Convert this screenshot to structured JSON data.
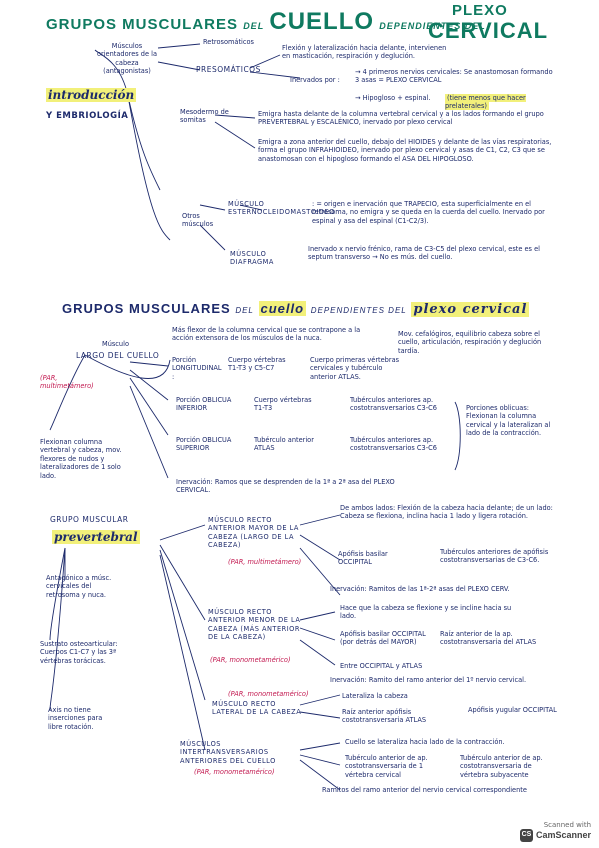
{
  "title1": {
    "a": "GRUPOS MUSCULARES",
    "del": "DEL",
    "cuello": "CUELLO",
    "dep": "DEPENDIENTES DEL",
    "plexo": "PLEXO",
    "cervical": "CERVICAL"
  },
  "intro": {
    "label1": "introducción",
    "label2": "Y EMBRIOLOGÍA",
    "musc_orient": "Músculos orientadores de la cabeza (antagonistas)",
    "retro": "Retrosomáticos",
    "preso": "PRESOMÁTICOS",
    "flexion": "Flexión y lateralización hacia delante, intervienen en masticación, respiración y deglución.",
    "inervados": "Inervados por :",
    "nervios": "→ 4 primeros nervios cervicales: Se anastomosan formando 3 asas = PLEXO CERVICAL",
    "hipogloso": "→ Hipogloso + espinal.",
    "hipogloso_note": "(tiene menos que hacer prelaterales)",
    "mesodermo": "Mesodermo de somitas",
    "emigra1": "Emigra hasta delante de la columna vertebral cervical y a los lados formando el grupo PREVERTEBRAL y ESCALÉNICO, inervado por plexo cervical",
    "emigra2": "Emigra a zona anterior del cuello, debajo del HIOIDES y delante de las vías respiratorias, forma el grupo INFRAHIOIDEO, inervado por plexo cervical y asas de C1, C2, C3 que se anastomosan con el hipogloso formando el ASA DEL HIPOGLOSO.",
    "otros": "Otros músculos",
    "ecm_label": "Músculo ESTERNOCLEIDOMASTOIDEO",
    "ecm_text": ": = origen e inervación que TRAPECIO, esta superficialmente en el retrosoma, no emigra y se queda en la cuerda del cuello. Inervado por espinal y asa del espinal (C1-C2/3).",
    "diafragma_label": "Músculo DIAFRAGMA",
    "diafragma_text": "Inervado x nervio frénico, rama de C3-C5 del plexo cervical, este es el septum transverso → No es mús. del cuello."
  },
  "title2": {
    "a": "GRUPOS MUSCULARES",
    "del": "DEL",
    "cuello": "cuello",
    "dep": "DEPENDIENTES DEL",
    "plexo": "plexo cervical"
  },
  "largo": {
    "musculo": "Músculo",
    "name": "LARGO DEL CUELLO",
    "par": "(PAR, multimetámero)",
    "flexor": "Más flexor de la columna cervical que se contrapone a la acción extensora de los músculos de la nuca.",
    "mov": "Mov. cefalógiros, equilibrio cabeza sobre el cuello, articulación, respiración y deglución tardía.",
    "porcion_long": "Porción LONGITUDINAL :",
    "long_a": "Cuerpo vértebras T1-T3 y C5-C7",
    "long_b": "Cuerpo primeras vértebras cervicales y tubérculo anterior ATLAS.",
    "porcion_inf": "Porción OBLICUA INFERIOR",
    "inf_a": "Cuerpo vértebras T1-T3",
    "inf_b": "Tubérculos anteriores ap. costotransversarios C3-C6",
    "porcion_sup": "Porción OBLICUA SUPERIOR",
    "sup_a": "Tubérculo anterior ATLAS",
    "sup_b": "Tubérculos anteriores ap. costotransversarios C3-C6",
    "oblicuas_note": "Porciones oblicuas: Flexionan la columna cervical y la lateralizan al lado de la contracción.",
    "inervacion": "Inervación: Ramos que se desprenden de la 1ª a 2ª asa del PLEXO CERVICAL.",
    "side_note": "Flexionan columna vertebral y cabeza, mov. flexores de nudos y lateralizadores de 1 solo lado."
  },
  "pre": {
    "grupo": "GRUPO MUSCULAR",
    "name": "prevertebral",
    "antagonico": "Antagónico a músc. cervicales del retrosoma y nuca.",
    "sustrato": "Sustrato osteoarticular: Cuerpos C1-C7 y las 3ª vértebras torácicas.",
    "axis": "Axis no tiene inserciones para libre rotación.",
    "rec_may_label": "Músculo RECTO ANTERIOR MAYOR de la CABEZA (largo de la cabeza)",
    "rec_may_par": "(PAR, multimetámero)",
    "rec_may_a": "De ambos lados: Flexión de la cabeza hacia delante; de un lado: Cabeza se flexiona, inclina hacia 1 lado y ligera rotación.",
    "rec_may_b": "Apófisis basilar OCCIPITAL",
    "rec_may_c": "Tubérculos anteriores de apófisis costotransversarias de C3-C6.",
    "rec_may_iner": "Inervación: Ramitos de las 1ª-2ª asas del PLEXO CERV.",
    "rec_men_label": "Músculo RECTO ANTERIOR MENOR de la CABEZA (más anterior de la cabeza)",
    "rec_men_par": "(PAR, monometamérico)",
    "rec_men_a": "Hace que la cabeza se flexione y se incline hacia su lado.",
    "rec_men_b": "Apófisis basilar OCCIPITAL (por detrás del MAYOR)",
    "rec_men_c": "Raíz anterior de la ap. costotransversaria del ATLAS",
    "rec_men_d": "Entre OCCIPITAL y ATLAS",
    "rec_men_iner": "Inervación: Ramito del ramo anterior del 1º nervio cervical.",
    "rec_lat_par": "(PAR, monometamérico)",
    "rec_lat_label": "Músculo RECTO LATERAL de la CABEZA",
    "rec_lat_a": "Lateraliza la cabeza",
    "rec_lat_b": "Raíz anterior apófisis costotransversaria ATLAS",
    "rec_lat_c": "Apófisis yugular OCCIPITAL",
    "inter_label": "Músculos INTERTRANSVERSARIOS ANTERIORES del CUELLO",
    "inter_par": "(PAR, monometamérico)",
    "inter_a": "Cuello se lateraliza hacia lado de la contracción.",
    "inter_b": "Tubérculo anterior de ap. costotransversaria de 1 vértebra cervical",
    "inter_c": "Tubérculo anterior de ap. costotransversaria de vértebra subyacente",
    "inter_iner": "Ramitos del ramo anterior del nervio cervical correspondiente"
  },
  "stamp": {
    "line1": "Scanned with",
    "line2": "CamScanner",
    "badge": "CS"
  }
}
